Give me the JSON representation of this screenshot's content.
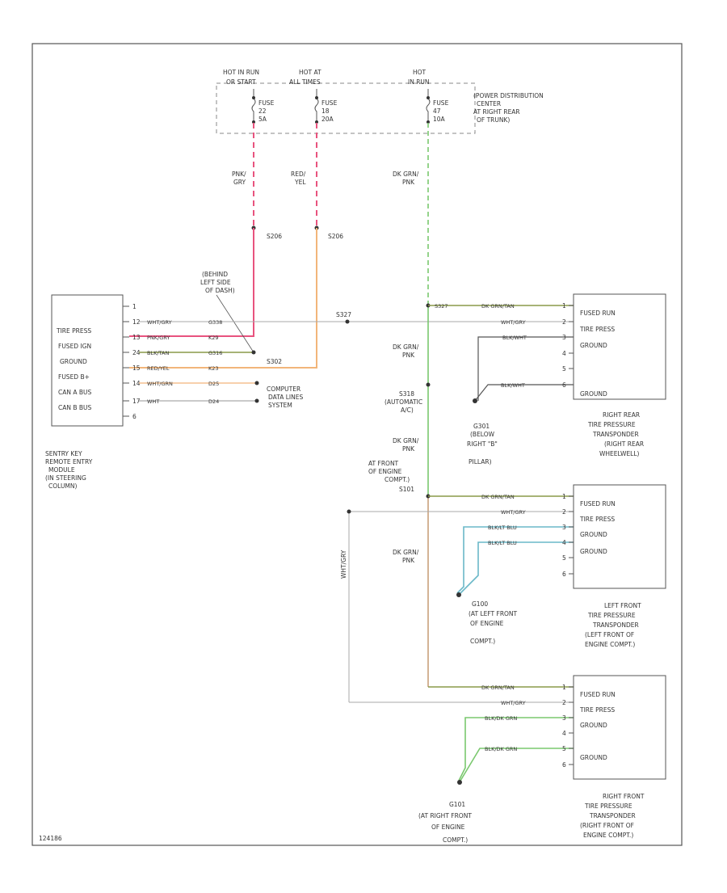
{
  "diagram_id": "124186",
  "pdc": {
    "sources": [
      {
        "line1": "HOT IN RUN",
        "line2": "OR START"
      },
      {
        "line1": "HOT AT",
        "line2": "ALL TIMES"
      },
      {
        "line1": "HOT",
        "line2": "IN RUN"
      }
    ],
    "fuses": [
      {
        "l1": "FUSE",
        "l2": "22",
        "l3": "5A"
      },
      {
        "l1": "FUSE",
        "l2": "18",
        "l3": "20A"
      },
      {
        "l1": "FUSE",
        "l2": "47",
        "l3": "10A"
      }
    ],
    "desc": [
      "(POWER DISTRIBUTION",
      "CENTER",
      "AT RIGHT REAR",
      "OF TRUNK)"
    ]
  },
  "wires": {
    "pnk_gry": [
      "PNK/",
      "GRY"
    ],
    "red_yel": [
      "RED/",
      "YEL"
    ],
    "dkgrn_pnk": [
      "DK GRN/",
      "PNK"
    ],
    "wht_gry": "WHT/GRY",
    "pnk_gry_inline": "PNK/GRY",
    "blk_tan": "BLK/TAN",
    "red_yel_inline": "RED/YEL",
    "wht_grn": "WHT/GRN",
    "wht": "WHT",
    "dkgrn_tan": "DK GRN/TAN",
    "blk_wht": "BLK/WHT",
    "blk_lt_blu": "BLK/LT BLU",
    "blk_dk_grn": "BLK/DK GRN",
    "wht_gry_vertical": "WHT/GRY"
  },
  "splices": {
    "s206a": "S206",
    "s206b": "S206",
    "s302": "S302",
    "s327": "S327",
    "s318": [
      "S318",
      "(AUTOMATIC",
      "A/C)"
    ],
    "s101": "S101",
    "front_loc": [
      "AT FRONT",
      "OF ENGINE",
      "COMPT.)"
    ]
  },
  "circuits": {
    "g338": "G338",
    "g316": "G316",
    "k29": "K29",
    "k23": "K23",
    "d25": "D25",
    "d24": "D24"
  },
  "behind_dash": [
    "(BEHIND",
    "LEFT SIDE",
    "OF DASH)"
  ],
  "module": {
    "labels": [
      "TIRE PRESS",
      "FUSED IGN",
      "GROUND",
      "FUSED B+",
      "CAN A BUS",
      "CAN B BUS"
    ],
    "pins": [
      "1",
      "12",
      "13",
      "24",
      "15",
      "14",
      "17",
      "6"
    ],
    "desc": [
      "SENTRY KEY",
      "REMOTE ENTRY",
      "MODULE",
      "(IN STEERING",
      "COLUMN)"
    ]
  },
  "ground_points": {
    "g301": [
      "G301",
      "(BELOW",
      "RIGHT \"B\"",
      "PILLAR)"
    ],
    "g100": [
      "G100",
      "(AT LEFT FRONT",
      "OF ENGINE",
      "COMPT.)"
    ],
    "g101": [
      "G101",
      "(AT RIGHT FRONT",
      "OF ENGINE",
      "COMPT.)"
    ]
  },
  "cdl": [
    "COMPUTER",
    "DATA LINES",
    "SYSTEM"
  ],
  "transponders": [
    {
      "labels": [
        "FUSED RUN",
        "TIRE PRESS",
        "GROUND",
        "",
        "",
        "GROUND"
      ],
      "pins": [
        "1",
        "2",
        "3",
        "4",
        "5",
        "6"
      ],
      "desc": [
        "RIGHT REAR",
        "TIRE PRESSURE",
        "TRANSPONDER",
        "(RIGHT REAR",
        "WHEELWELL)"
      ]
    },
    {
      "labels": [
        "FUSED RUN",
        "TIRE PRESS",
        "GROUND",
        "GROUND",
        "",
        ""
      ],
      "pins": [
        "1",
        "2",
        "3",
        "4",
        "5",
        "6"
      ],
      "desc": [
        "LEFT FRONT",
        "TIRE PRESSURE",
        "TRANSPONDER",
        "(LEFT FRONT OF",
        "ENGINE COMPT.)"
      ]
    },
    {
      "labels": [
        "FUSED RUN",
        "TIRE PRESS",
        "GROUND",
        "",
        "GROUND",
        ""
      ],
      "pins": [
        "1",
        "2",
        "3",
        "4",
        "5",
        "6"
      ],
      "desc": [
        "RIGHT FRONT",
        "TIRE PRESSURE",
        "TRANSPONDER",
        "(RIGHT FRONT OF",
        "ENGINE COMPT.)"
      ]
    }
  ],
  "colors": {
    "pink": "#e8537e",
    "orange": "#f2b57a",
    "green": "#7ac86e",
    "olive": "#8a9a48",
    "tan": "#caa27c",
    "gray": "#aaaaaa",
    "blue": "#6ab8c8",
    "dark": "#555555"
  }
}
